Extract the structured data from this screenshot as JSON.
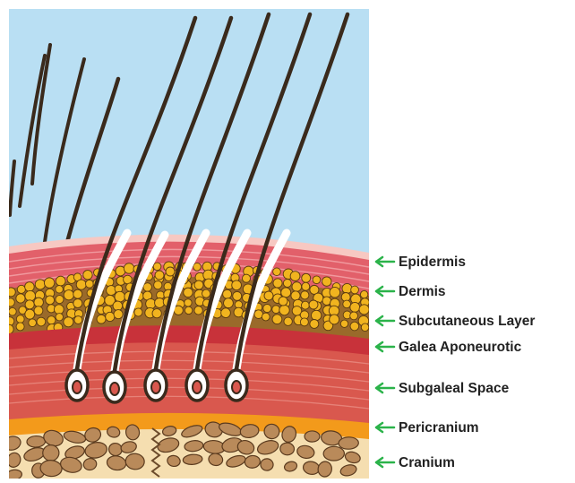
{
  "diagram": {
    "labels": [
      {
        "id": "epidermis",
        "text": "Epidermis"
      },
      {
        "id": "dermis",
        "text": "Dermis"
      },
      {
        "id": "subcutaneous",
        "text": "Subcutaneous Layer"
      },
      {
        "id": "galea",
        "text": "Galea Aponeurotic"
      },
      {
        "id": "subgaleal",
        "text": "Subgaleal Space"
      },
      {
        "id": "pericranium",
        "text": "Pericranium"
      },
      {
        "id": "cranium",
        "text": "Cranium"
      }
    ],
    "colors": {
      "sky": "#b9dff3",
      "epidermis": "#f7c8c2",
      "dermis": "#e2606a",
      "fat": "#f1b41f",
      "fat_outline": "#5a3a10",
      "galea": "#c8323a",
      "subgaleal": "#d9584e",
      "pericranium": "#f39a1b",
      "bone": "#f5deb0",
      "bone_chunk": "#b98a5a",
      "hair": "#3a2a1c",
      "arrow": "#2bb34a"
    }
  }
}
